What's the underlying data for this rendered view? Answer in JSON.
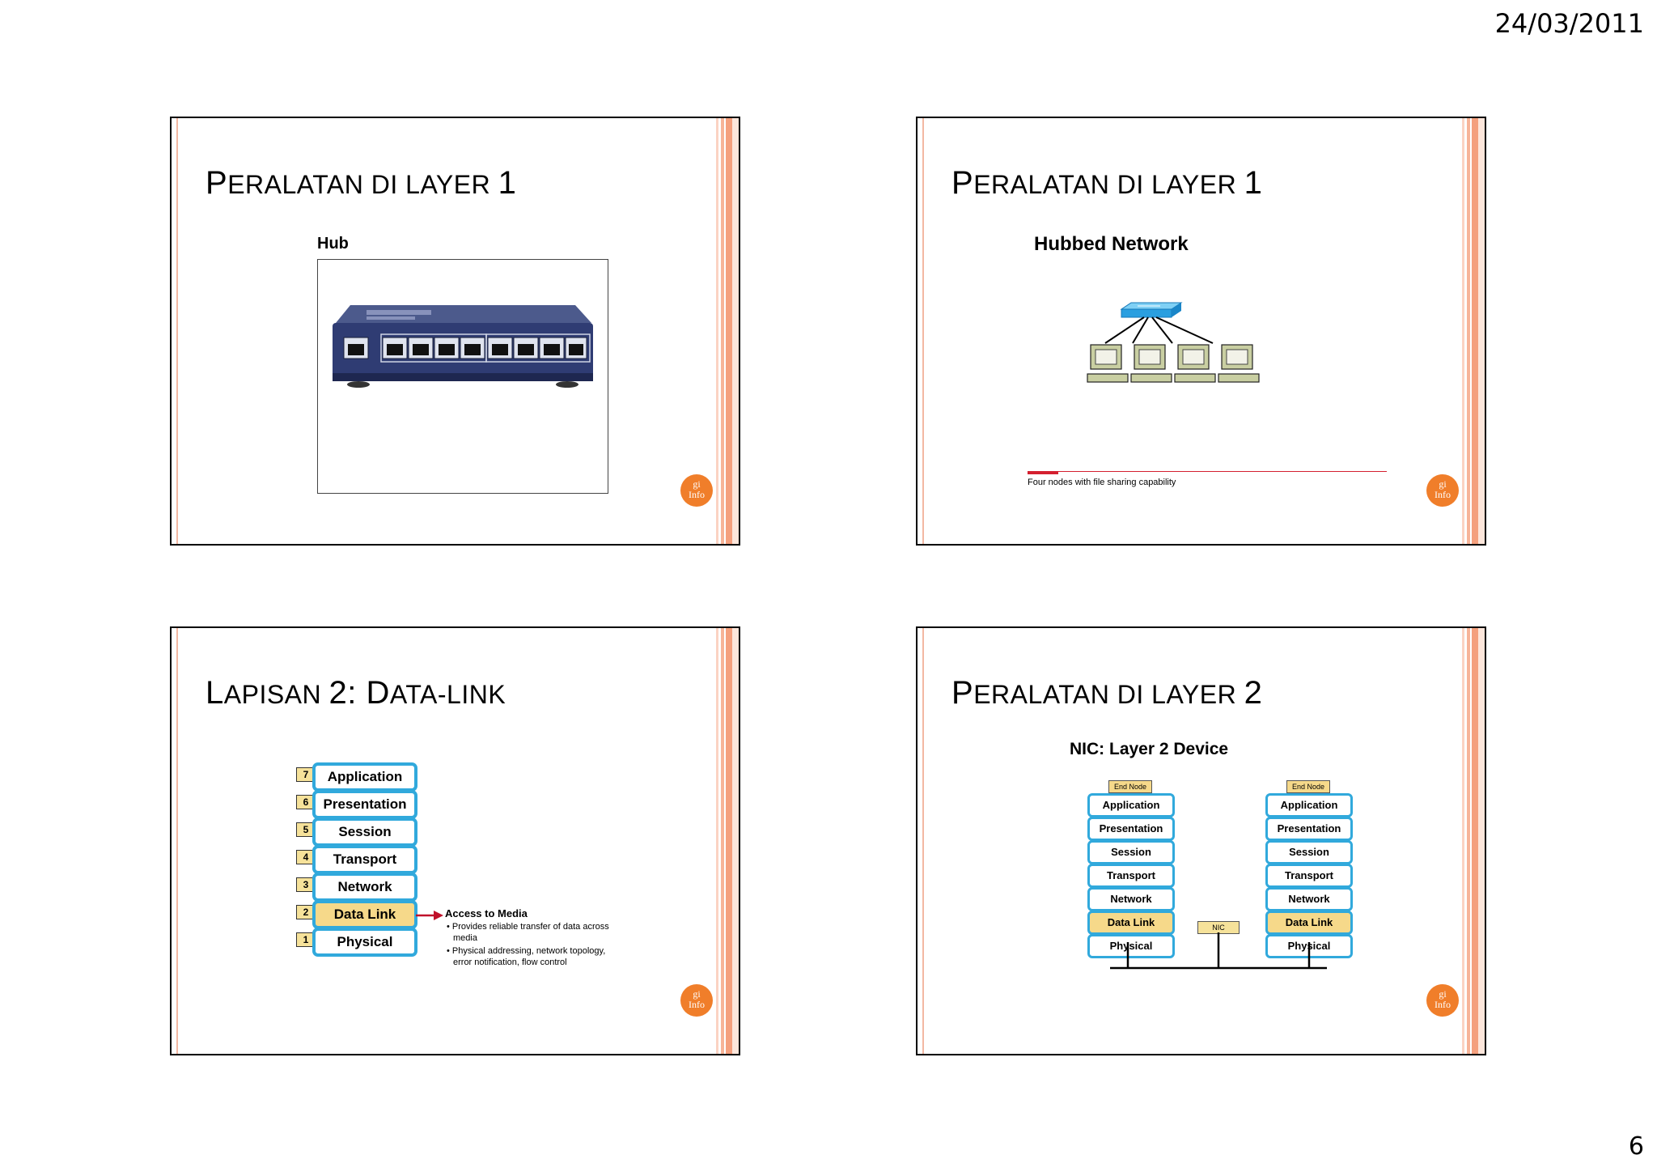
{
  "page": {
    "date": "24/03/2011",
    "number": "6"
  },
  "logo_text": {
    "line1": "gi",
    "line2": "Info"
  },
  "slide1": {
    "title_big1": "P",
    "title_small1": "ERALATAN DI LAYER ",
    "title_num": "1",
    "subtitle": "Hub"
  },
  "slide2": {
    "title_big1": "P",
    "title_small1": "ERALATAN DI LAYER ",
    "title_num": "1",
    "subtitle": "Hubbed Network",
    "caption": "Four nodes with file sharing capability"
  },
  "slide3": {
    "title_big1": "L",
    "title_small1": "APISAN ",
    "title_num": "2: ",
    "title_big2": "D",
    "title_small2": "ATA-LINK",
    "layers": [
      {
        "num": "7",
        "name": "Application"
      },
      {
        "num": "6",
        "name": "Presentation"
      },
      {
        "num": "5",
        "name": "Session"
      },
      {
        "num": "4",
        "name": "Transport"
      },
      {
        "num": "3",
        "name": "Network"
      },
      {
        "num": "2",
        "name": "Data Link"
      },
      {
        "num": "1",
        "name": "Physical"
      }
    ],
    "note_title": "Access to Media",
    "note_b1a": "• Provides reliable transfer of data across",
    "note_b1b": "media",
    "note_b2a": "• Physical addressing, network topology,",
    "note_b2b": "error notification, flow control"
  },
  "slide4": {
    "title_big1": "P",
    "title_small1": "ERALATAN DI LAYER ",
    "title_num": "2",
    "subtitle": "NIC: Layer 2 Device",
    "end_node": "End Node",
    "nic": "NIC",
    "layers": [
      "Application",
      "Presentation",
      "Session",
      "Transport",
      "Network",
      "Data Link",
      "Physical"
    ]
  }
}
